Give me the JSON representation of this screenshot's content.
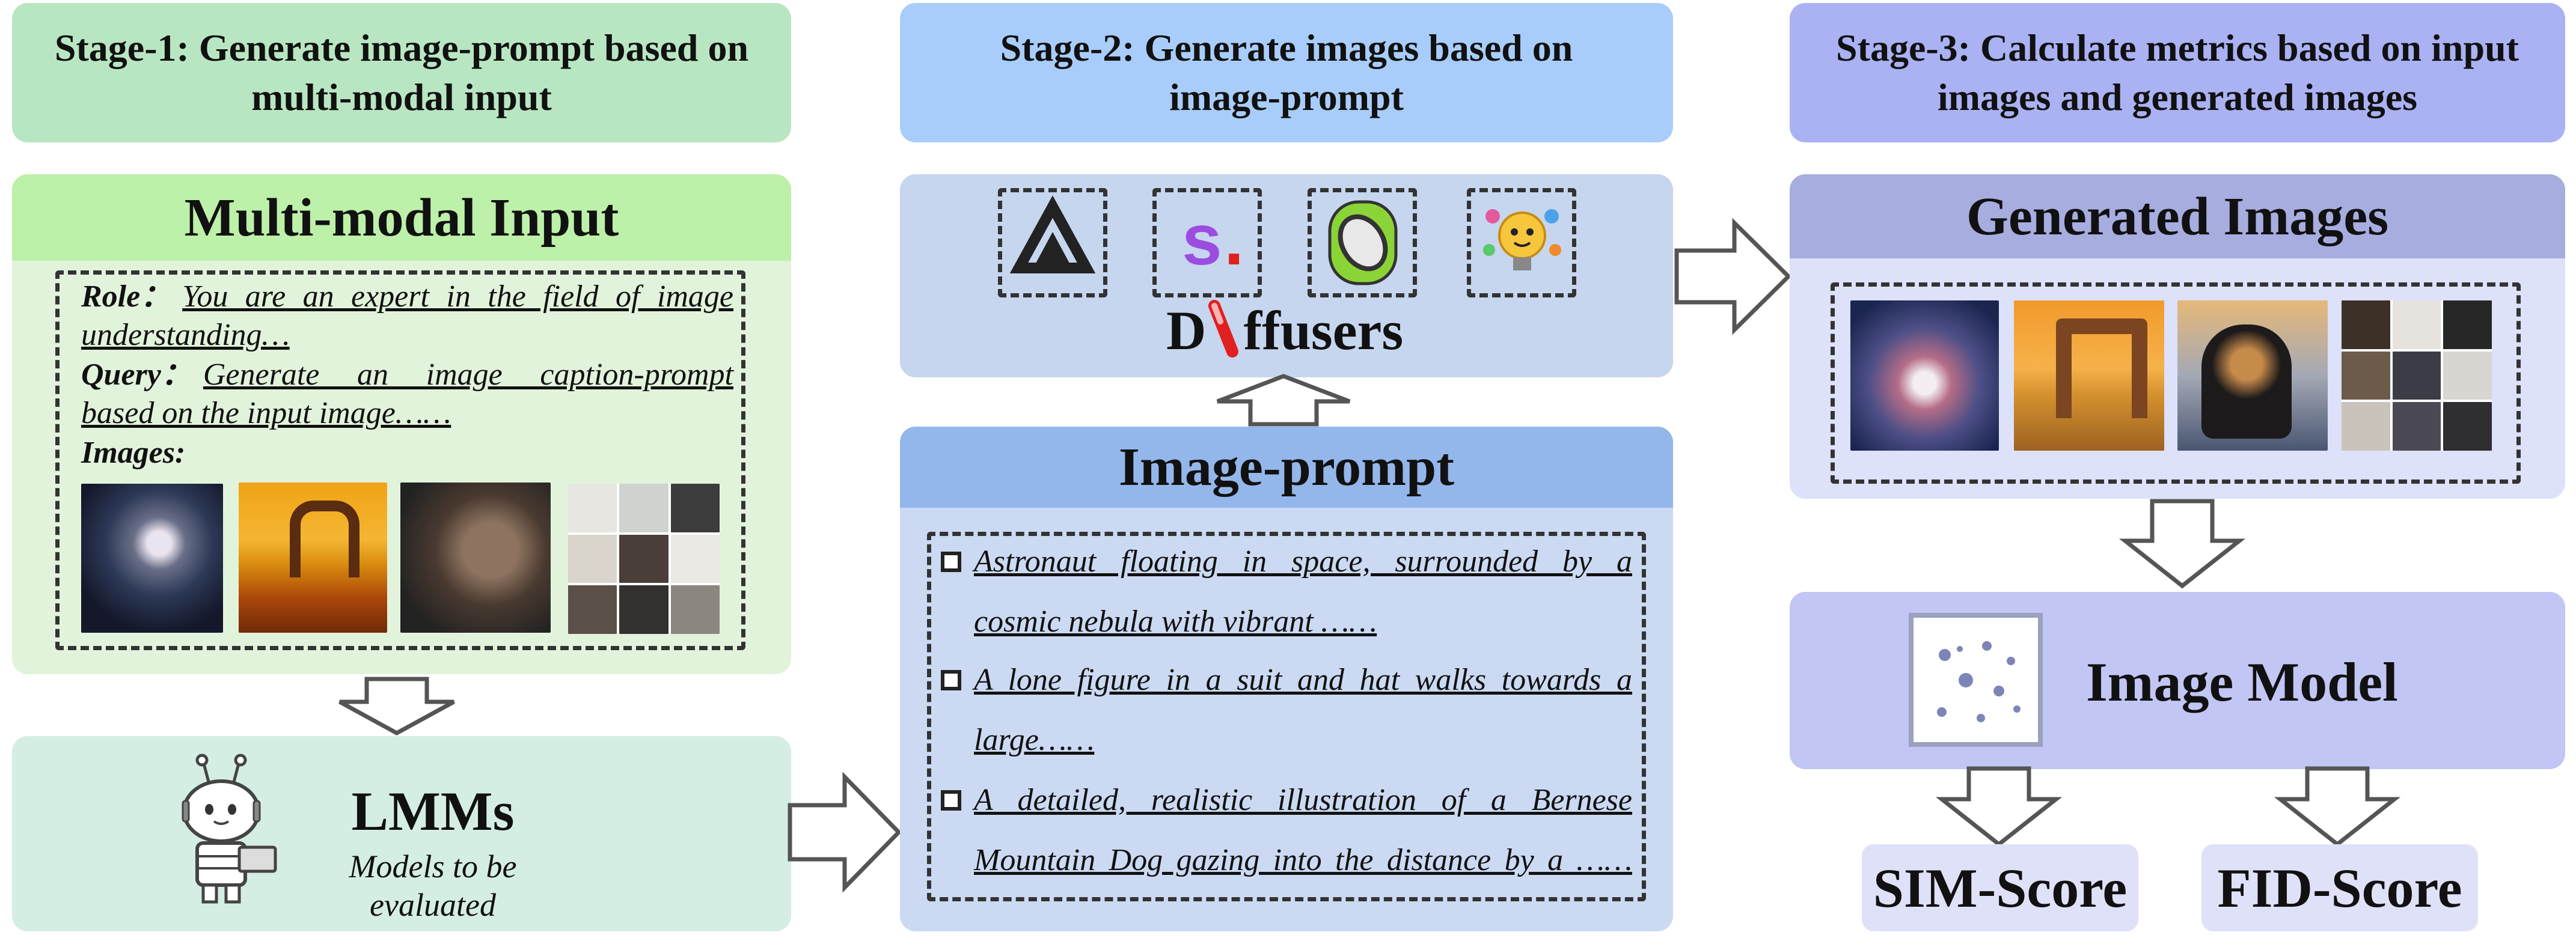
{
  "stage1": {
    "title_line1": "Stage-1: Generate image-prompt based on",
    "title_line2": "multi-modal input"
  },
  "stage2": {
    "title_line1": "Stage-2: Generate images based on",
    "title_line2": "image-prompt"
  },
  "stage3": {
    "title_line1": "Stage-3: Calculate metrics based on input",
    "title_line2": "images and generated images"
  },
  "multimodal": {
    "title": "Multi-modal Input",
    "role_label": "Role：",
    "role_text_1": "You are an expert in the field of image",
    "role_text_2": "understanding…",
    "query_label": "Query：",
    "query_text_1": "Generate an image caption-prompt",
    "query_text_2": "based on the input image……",
    "images_label": "Images:"
  },
  "lmms": {
    "title": "LMMs",
    "subtitle": "Models to be evaluated"
  },
  "diffusers": {
    "prefix": "D",
    "suffix": "ffusers",
    "logo_s": "s",
    "logo_s_dot": "."
  },
  "image_prompt": {
    "title": "Image-prompt",
    "lines": [
      "Astronaut floating in space, surrounded by a",
      "cosmic nebula with vibrant ……",
      "A lone figure in a suit and hat walks towards a",
      "large……",
      "A detailed, realistic illustration of a Bernese",
      "Mountain Dog gazing into the distance by a ……"
    ]
  },
  "generated": {
    "title": "Generated Images"
  },
  "image_model": {
    "title": "Image Model"
  },
  "scores": {
    "sim": "SIM-Score",
    "fid": "FID-Score"
  },
  "colors": {
    "stage1": "#b9e6c2",
    "stage2": "#a9cdfa",
    "stage3": "#aab2f4",
    "mm_head": "#bdf0a8",
    "mm_body": "#e2f3dc",
    "lmm_bg": "#d5eee3",
    "diff_bg": "#c6d6ef",
    "ip_head": "#93b7eb",
    "ip_body": "#cbdaf2",
    "gen_head": "#a7addf",
    "gen_body": "#dde1fa",
    "model_bg": "#c2c6f4",
    "score_bg": "#dfe1f8"
  }
}
